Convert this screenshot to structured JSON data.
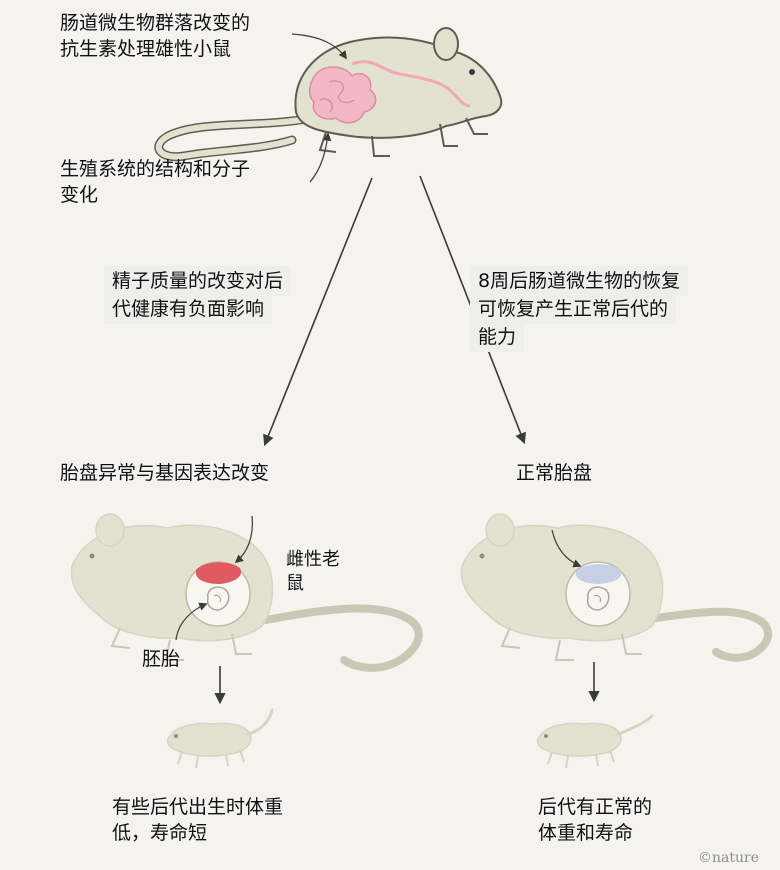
{
  "title_text": {
    "line1": "肠道微生物群落改变的",
    "line2": "抗生素处理雄性小鼠"
  },
  "top_mouse": {
    "repro_line1": "生殖系统的结构和分子",
    "repro_line2": "变化"
  },
  "left_branch": {
    "sperm_line1": "精子质量的改变对后",
    "sperm_line2": "代健康有负面影响",
    "placenta_label": "胎盘异常与基因表达改变",
    "female_line1": "雌性老",
    "female_line2": "鼠",
    "embryo_label": "胚胎",
    "outcome_line1": "有些后代出生时体重",
    "outcome_line2": "低，寿命短"
  },
  "right_branch": {
    "recovery_line1": "8周后肠道微生物的恢复",
    "recovery_line2": "可恢复产生正常后代的",
    "recovery_line3": "能力",
    "placenta_label": "正常胎盘",
    "outcome_line1": "后代有正常的",
    "outcome_line2": "体重和寿命"
  },
  "credit": "©nature",
  "colors": {
    "background": "#f4f3ee",
    "mouse_fill": "#e3e1d0",
    "mouse_stroke": "#5f5d52",
    "gut_pink": "#f2b8c6",
    "abnormal_placenta": "#e05a62",
    "normal_placenta": "#c6cfe4",
    "arrow": "#3a3a3a"
  }
}
